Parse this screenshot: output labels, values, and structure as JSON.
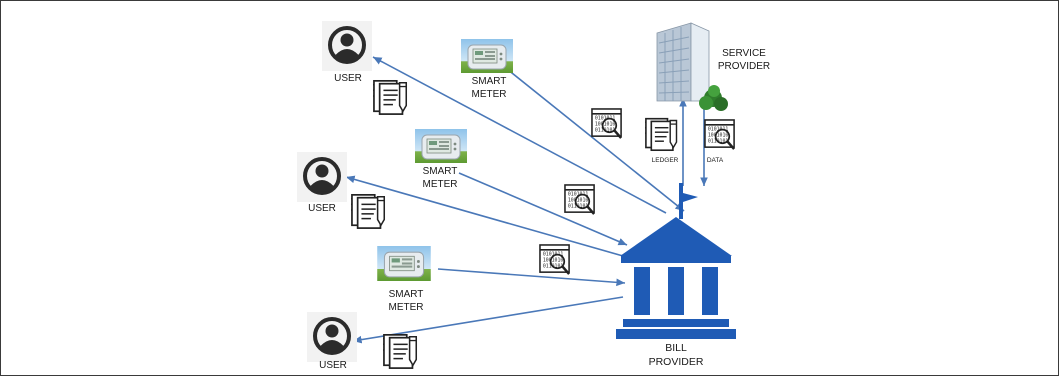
{
  "labels": {
    "user": "USER",
    "smart_meter_line1": "SMART",
    "smart_meter_line2": "METER",
    "service_provider_line1": "SERVICE",
    "service_provider_line2": "PROVIDER",
    "bill_provider_line1": "BILL",
    "bill_provider_line2": "PROVIDER",
    "ledger": "LEDGER",
    "data": "DATA"
  },
  "colors": {
    "arrow": "#4a78b8",
    "bank": "#1f5bb5",
    "user_icon": "#2b2b2b",
    "frame": "#3a3a3a"
  },
  "icons": [
    "user-icon",
    "smart-meter-icon",
    "document-icon",
    "data-icon",
    "building-icon",
    "bank-icon"
  ]
}
